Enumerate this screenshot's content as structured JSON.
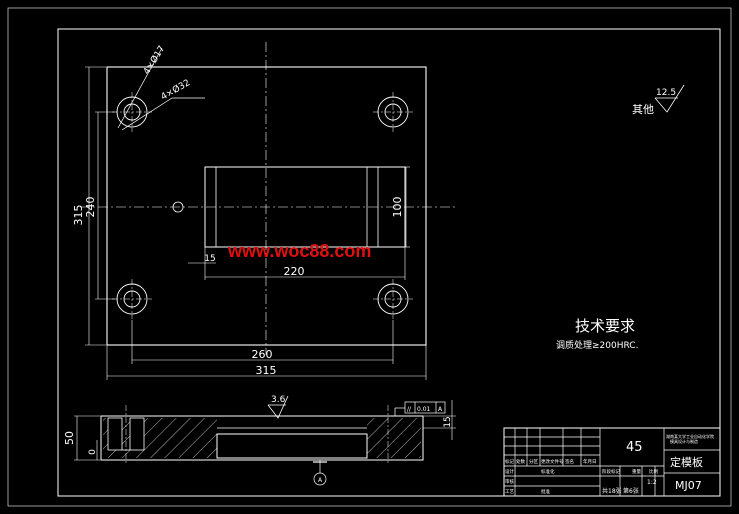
{
  "drawing": {
    "dimensions": {
      "width_total": "315",
      "width_inner": "260",
      "height_total": "315",
      "height_inner": "240",
      "window_width": "220",
      "window_height": "100",
      "offset": "15",
      "bolt_hole": "4×Ø17",
      "counterbore": "4×Ø32",
      "thickness": "50",
      "base": "0",
      "side_step": "15"
    },
    "roughness": {
      "other_label": "其他",
      "other_value": "12.5",
      "section_value": "3.6"
    },
    "tolerance": {
      "symbol": "//",
      "value": "0.01",
      "datum": "A",
      "datum_marker": "A"
    },
    "watermark": "www.woc88.com",
    "requirements": {
      "title": "技术要求",
      "line1": "调质处理≥200HRC."
    },
    "title_block": {
      "material": "45",
      "part_name": "定模板",
      "drawing_no": "MJ07",
      "scale": "1:2",
      "sheet_total": "共18张",
      "sheet_no": "第6张",
      "school": "湖南某大学工业自动化学院",
      "school_sub": "模具设计与制造",
      "rows": [
        "标记",
        "处数",
        "分区",
        "更改文件号",
        "签名",
        "年月日"
      ],
      "designer": "设计",
      "standard": "标准化",
      "stage": "阶段标记",
      "weight": "重量",
      "ratio": "比例",
      "review": "审核",
      "process": "工艺",
      "approve": "批准"
    }
  }
}
